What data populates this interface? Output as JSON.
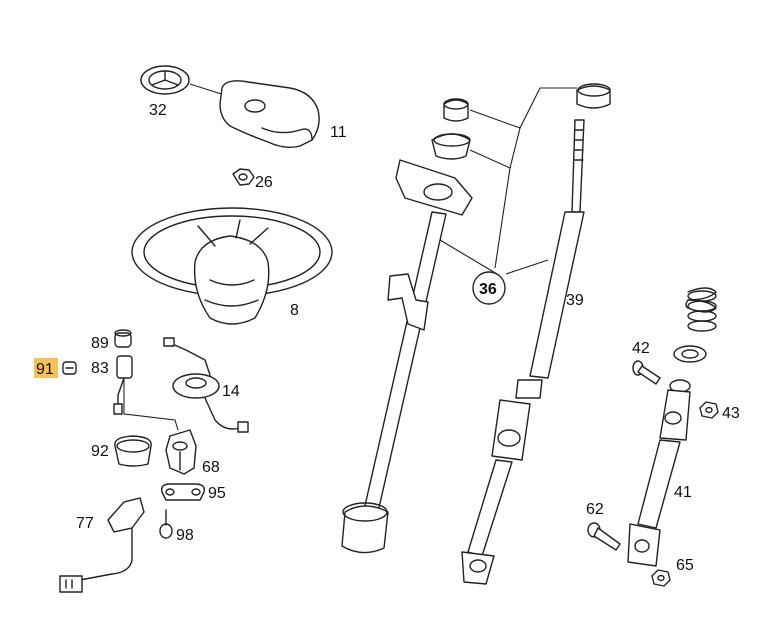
{
  "diagram": {
    "highlight_color": "#f5b638",
    "highlighted_part": "91",
    "callouts": {
      "c32": "32",
      "c11": "11",
      "c26": "26",
      "c8": "8",
      "c89": "89",
      "c91": "91",
      "c83": "83",
      "c14": "14",
      "c92": "92",
      "c68": "68",
      "c95": "95",
      "c77": "77",
      "c98": "98",
      "c36": "36",
      "c39": "39",
      "c42": "42",
      "c43": "43",
      "c41": "41",
      "c62": "62",
      "c65": "65"
    }
  }
}
